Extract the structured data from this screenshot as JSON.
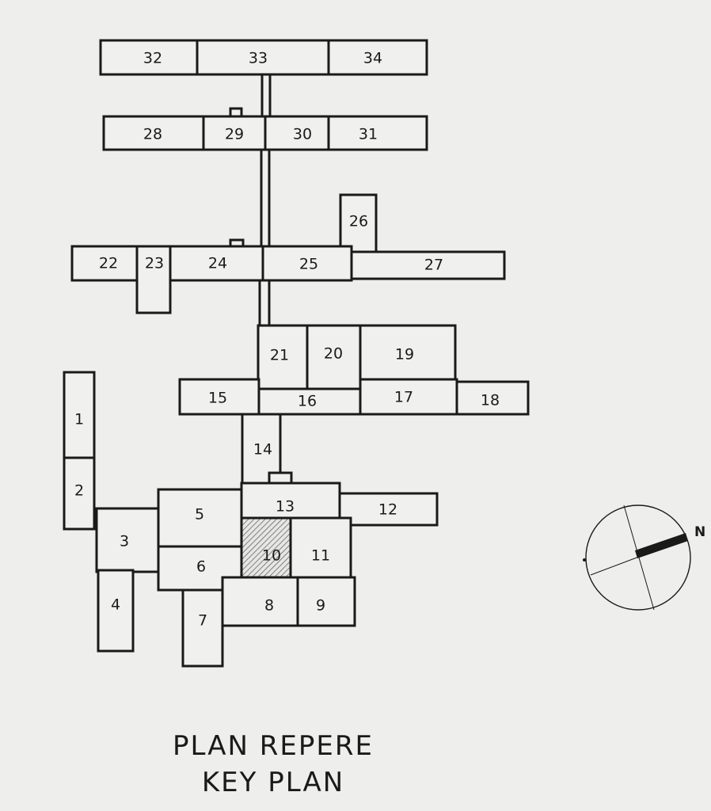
{
  "caption": {
    "line1": "PLAN REPERE",
    "line2": "KEY PLAN"
  },
  "compass": {
    "north_label": "N"
  },
  "rooms": [
    "1",
    "2",
    "3",
    "4",
    "5",
    "6",
    "7",
    "8",
    "9",
    "10",
    "11",
    "12",
    "13",
    "14",
    "15",
    "16",
    "17",
    "18",
    "19",
    "20",
    "21",
    "22",
    "23",
    "24",
    "25",
    "26",
    "27",
    "28",
    "29",
    "30",
    "31",
    "32",
    "33",
    "34"
  ],
  "highlighted_room": "10",
  "colors": {
    "line": "#1a1a1a",
    "paper": "#eeeeec"
  }
}
